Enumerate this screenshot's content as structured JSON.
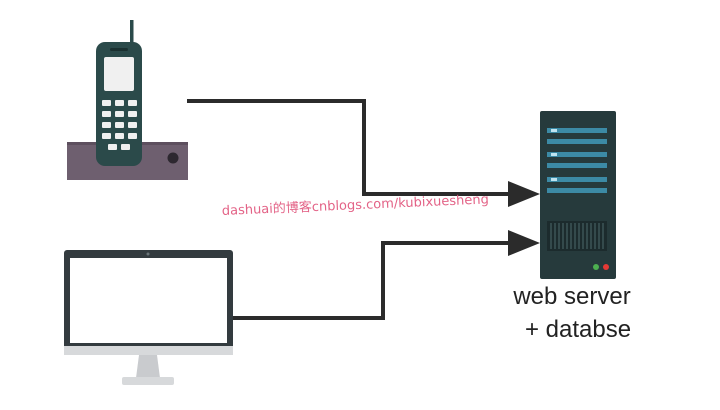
{
  "diagram": {
    "server_label_line1": "web server",
    "server_label_line2": "+ databse",
    "watermark": "dashuai的博客cnblogs.com/kubixuesheng"
  },
  "colors": {
    "phone_body": "#2b4a4a",
    "phone_base": "#6e5f6f",
    "phone_screen": "#f0f0f0",
    "monitor_frame": "#333b3f",
    "monitor_stand": "#d7d9db",
    "server_body": "#263a3c",
    "server_bar": "#3c8aa5",
    "connector_line": "#2b2b2b",
    "watermark": "#e0527a"
  },
  "icons": [
    "cordless-phone-icon",
    "monitor-icon",
    "server-icon"
  ]
}
